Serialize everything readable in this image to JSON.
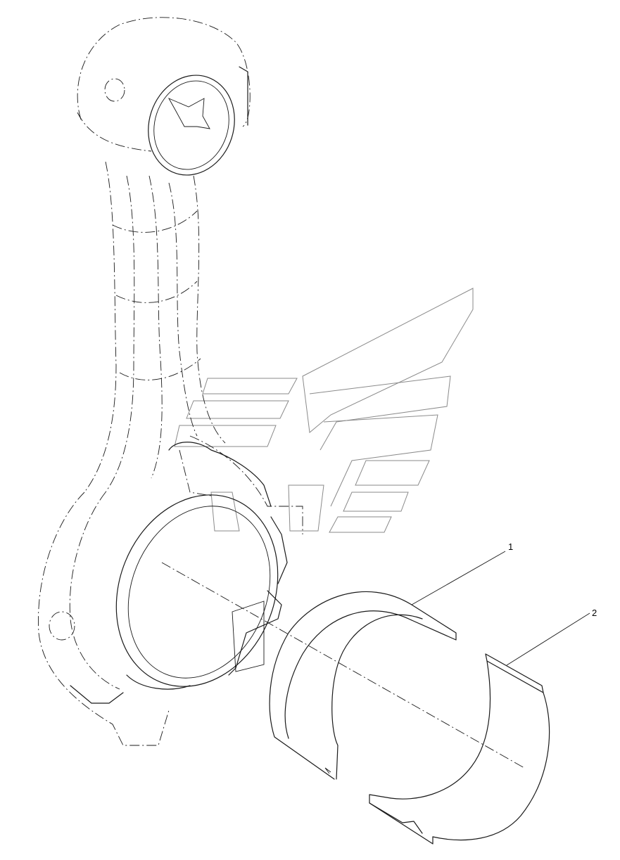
{
  "callouts": [
    {
      "number": "1",
      "part": "bearing-shell-upper"
    },
    {
      "number": "2",
      "part": "bearing-shell-lower"
    }
  ],
  "colors": {
    "line": "#1a1a1a",
    "watermark": "#8a8a8a",
    "background": "#ffffff"
  }
}
